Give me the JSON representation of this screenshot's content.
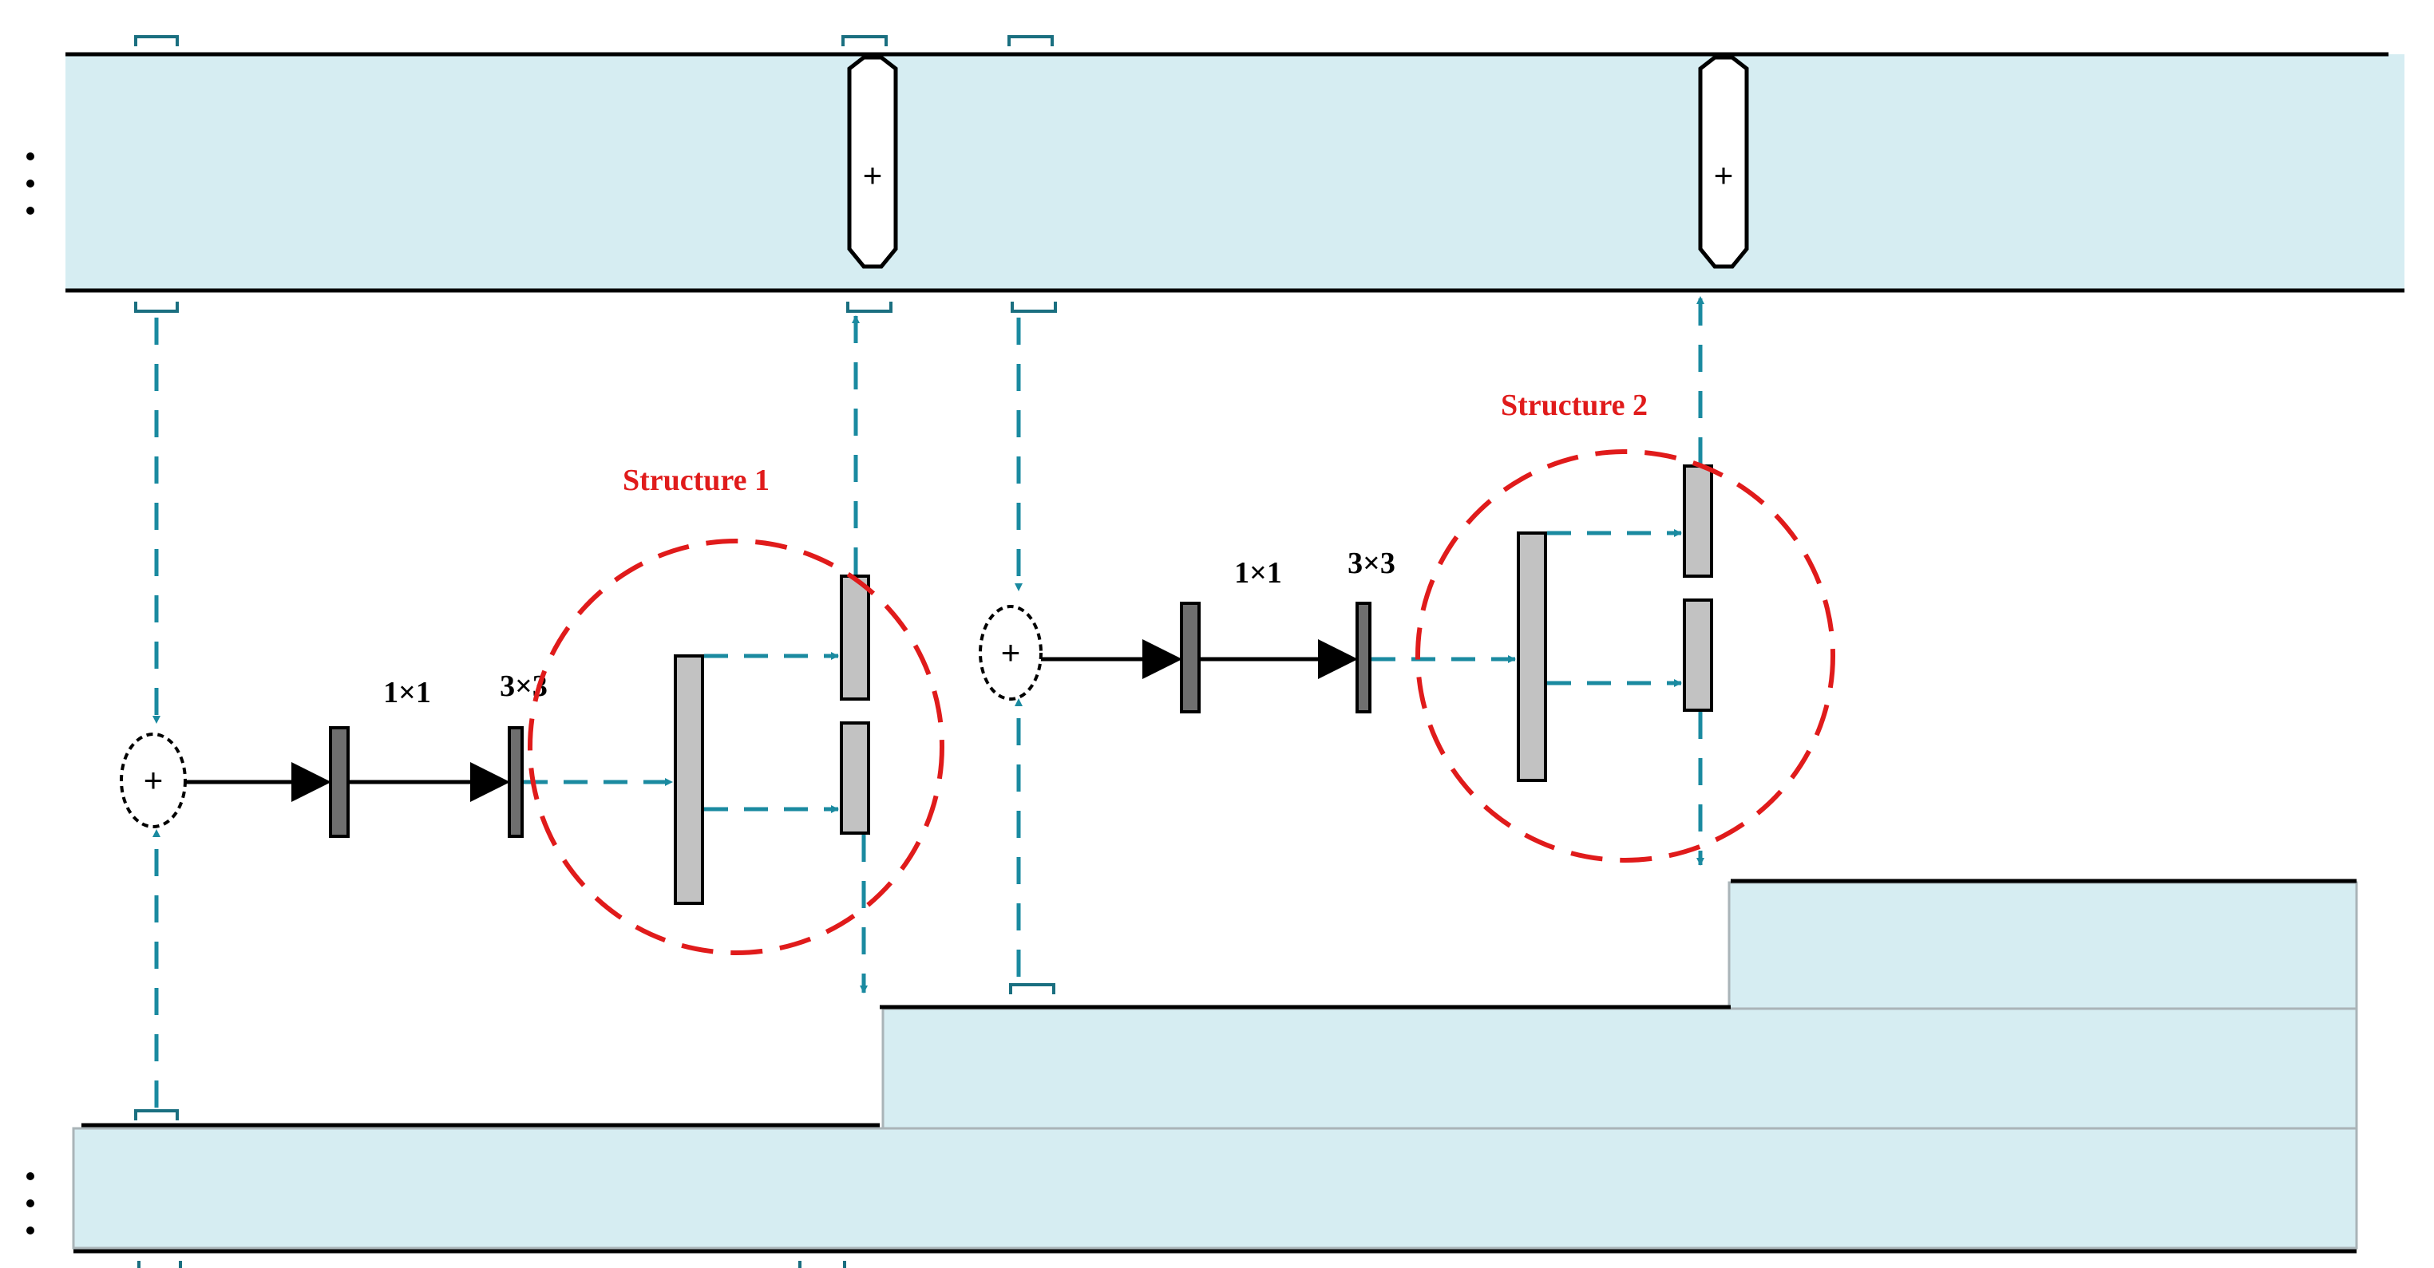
{
  "colors": {
    "band_fill": "#d6edf2",
    "band_line": "#000000",
    "teal": "#1a8aa0",
    "dark_block": "#6f6f6f",
    "light_block": "#c2c2c2",
    "highlight": "#e01b1b"
  },
  "labels": {
    "structure_1": "Structure 1",
    "structure_2": "Structure 2",
    "conv_1x1_a": "1×1",
    "conv_3x3_a": "3×3",
    "conv_1x1_b": "1×1",
    "conv_3x3_b": "3×3",
    "plus": "+",
    "ellipsis": "⋮"
  }
}
